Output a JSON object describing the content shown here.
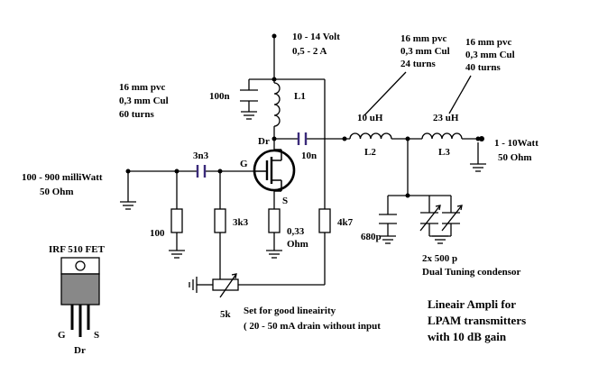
{
  "supply": {
    "line1": "10 - 14 Volt",
    "line2": "0,5 - 2 A"
  },
  "input": {
    "line1": "100 - 900  milliWatt",
    "line2": "50 Ohm"
  },
  "output": {
    "line1": "1 - 10Watt",
    "line2": "50 Ohm"
  },
  "l1_spec": {
    "line1": "16 mm pvc",
    "line2": "0,3 mm Cul",
    "line3": "60 turns"
  },
  "l2_spec": {
    "line1": "16 mm pvc",
    "line2": "0,3 mm Cul",
    "line3": "24 turns"
  },
  "l3_spec": {
    "line1": "16 mm pvc",
    "line2": "0,3 mm Cul",
    "line3": "40 turns"
  },
  "components": {
    "c100n": "100n",
    "l1": "L1",
    "dr": "Dr",
    "c10n": "10n",
    "c3n3": "3n3",
    "g": "G",
    "s": "S",
    "r100": "100",
    "r3k3": "3k3",
    "r033_1": "0,33",
    "r033_2": "Ohm",
    "r4k7": "4k7",
    "l2_val": "10 uH",
    "l2_name": "L2",
    "l3_val": "23 uH",
    "l3_name": "L3",
    "c680p": "680p",
    "tune1": "2x 500 p",
    "tune2": "Dual Tuning condensor",
    "pot": "5k"
  },
  "bias_note": {
    "line1": "Set for good lineairity",
    "line2": "( 20 - 50 mA drain without input"
  },
  "fet": {
    "title": "IRF 510  FET",
    "g": "G",
    "s": "S",
    "dr": "Dr"
  },
  "caption": {
    "line1": "Lineair Ampli for",
    "line2": "LPAM transmitters",
    "line3": "with 10 dB gain"
  }
}
